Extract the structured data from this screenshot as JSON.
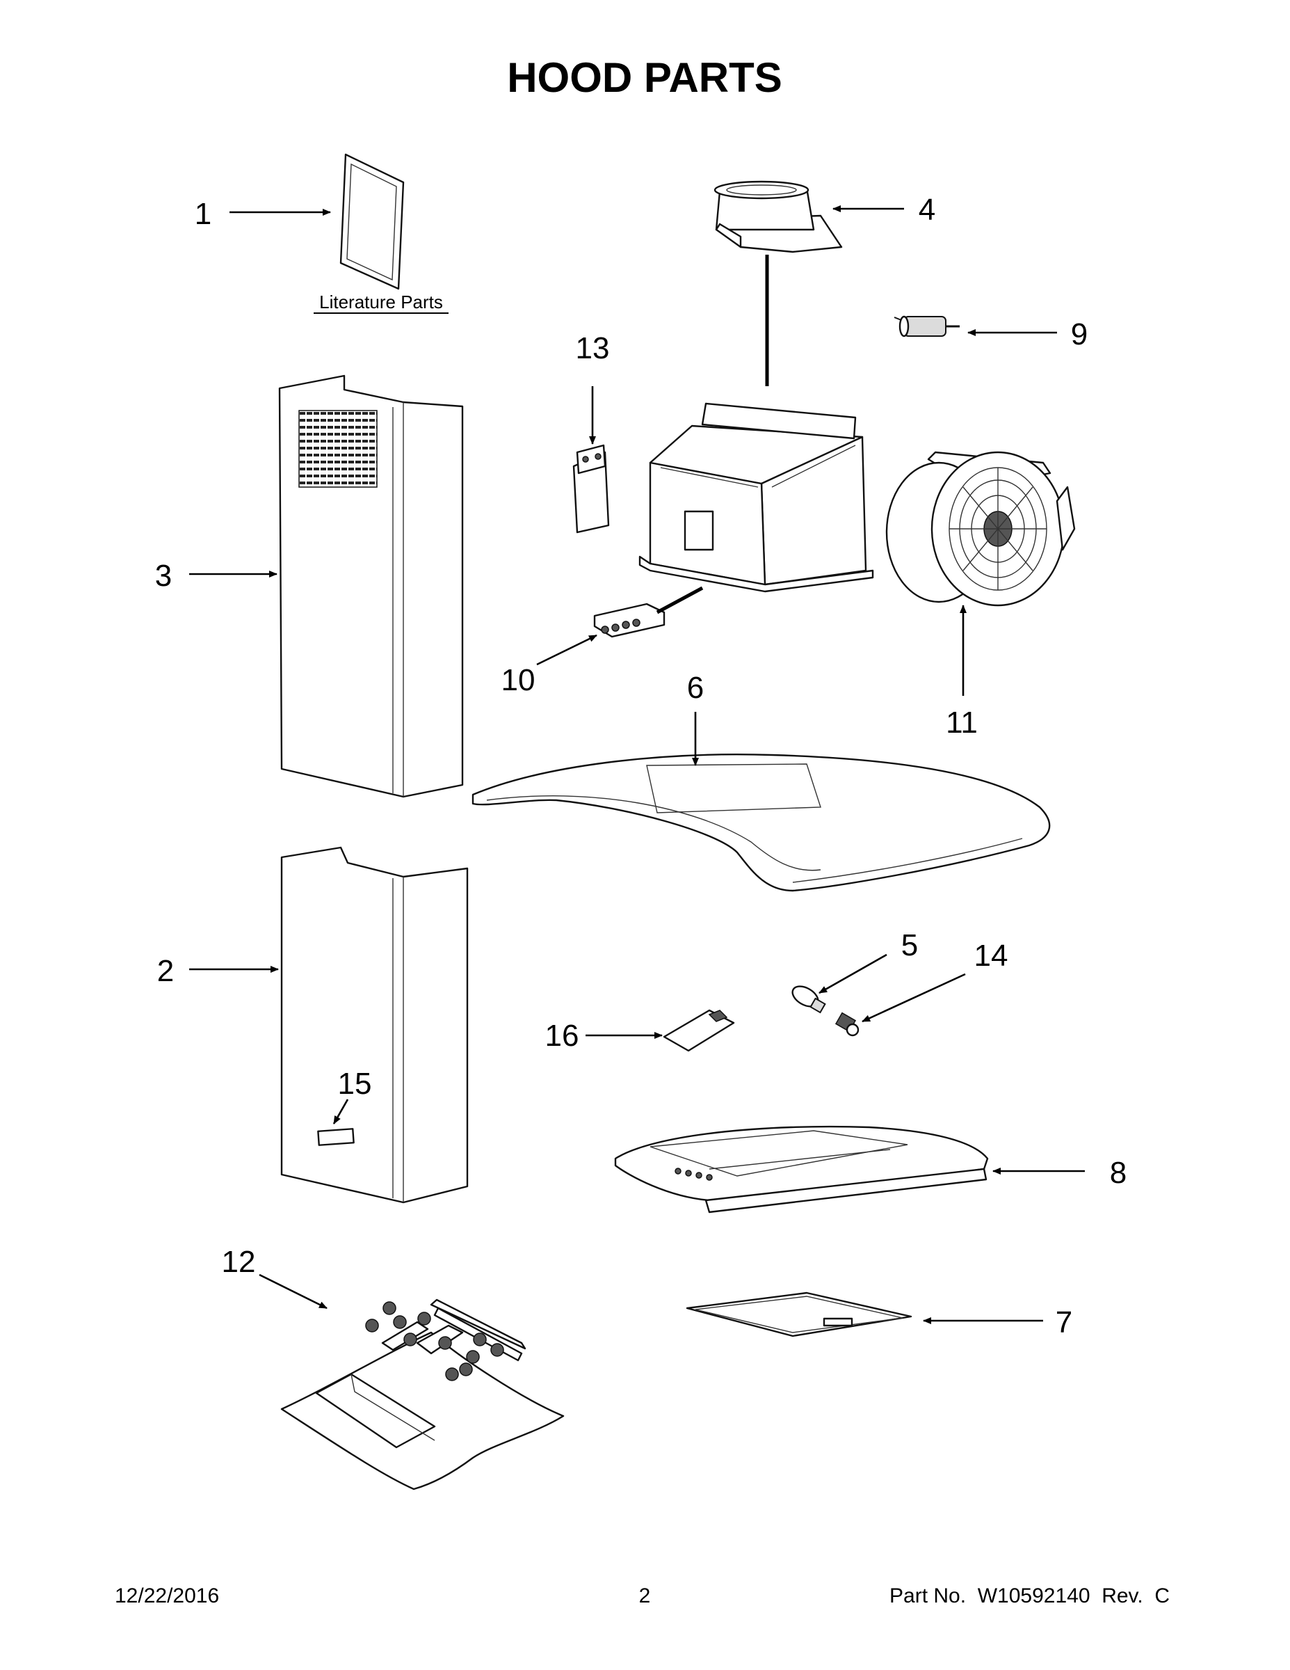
{
  "page": {
    "title": "HOOD PARTS",
    "literature_label": "Literature Parts",
    "footer": {
      "date": "12/22/2016",
      "page_number": "2",
      "part_no": "Part No.  W10592140  Rev.  C"
    }
  },
  "callouts": [
    "1",
    "2",
    "3",
    "4",
    "5",
    "6",
    "7",
    "8",
    "9",
    "10",
    "11",
    "12",
    "13",
    "14",
    "15",
    "16"
  ]
}
